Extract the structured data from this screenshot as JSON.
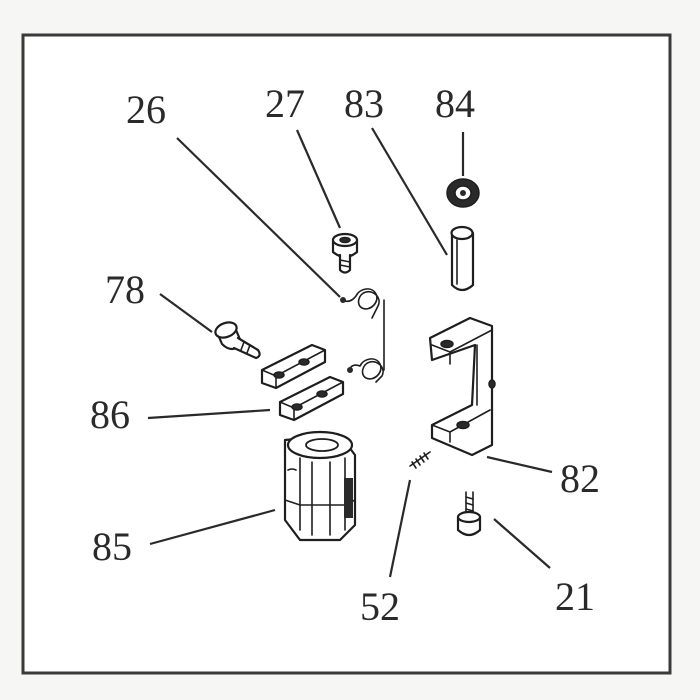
{
  "diagram": {
    "callouts": [
      {
        "id": "26",
        "text": "26"
      },
      {
        "id": "27",
        "text": "27"
      },
      {
        "id": "83",
        "text": "83"
      },
      {
        "id": "84",
        "text": "84"
      },
      {
        "id": "78",
        "text": "78"
      },
      {
        "id": "86",
        "text": "86"
      },
      {
        "id": "82",
        "text": "82"
      },
      {
        "id": "85",
        "text": "85"
      },
      {
        "id": "52",
        "text": "52"
      },
      {
        "id": "21",
        "text": "21"
      }
    ]
  }
}
